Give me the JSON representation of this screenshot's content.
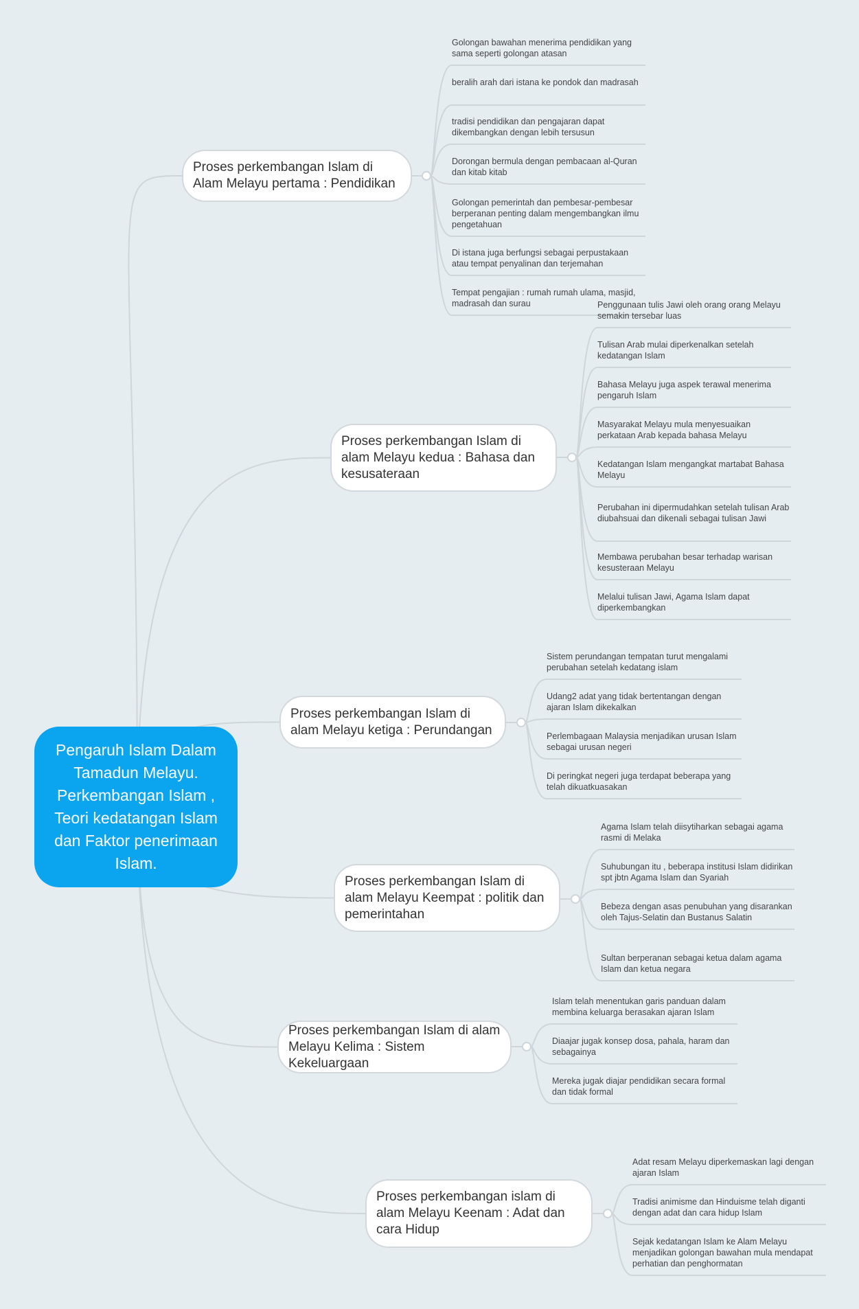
{
  "root": {
    "title": "Pengaruh Islam Dalam Tamadun Melayu. Perkembangan Islam , Teori kedatangan Islam dan Faktor penerimaan Islam."
  },
  "branches": [
    {
      "label": "Proses perkembangan Islam di Alam Melayu pertama : Pendidikan",
      "children": [
        "Golongan bawahan menerima pendidikan yang sama seperti golongan atasan",
        "beralih arah dari istana ke pondok dan madrasah",
        "tradisi pendidikan dan pengajaran dapat dikembangkan dengan lebih tersusun",
        "Dorongan bermula dengan pembacaan al-Quran dan kitab kitab",
        "Golongan pemerintah dan pembesar-pembesar berperanan penting dalam mengembangkan ilmu pengetahuan",
        "Di istana juga berfungsi sebagai perpustakaan atau tempat penyalinan dan terjemahan",
        "Tempat pengajian : rumah rumah ulama, masjid, madrasah dan surau"
      ]
    },
    {
      "label": "Proses perkembangan Islam di alam Melayu kedua : Bahasa dan kesusateraan",
      "children": [
        "Penggunaan tulis Jawi oleh orang orang Melayu semakin tersebar luas",
        "Tulisan Arab mulai diperkenalkan setelah kedatangan Islam",
        "Bahasa Melayu juga aspek terawal menerima pengaruh Islam",
        "Masyarakat Melayu mula menyesuaikan perkataan Arab kepada bahasa Melayu",
        "Kedatangan Islam mengangkat martabat Bahasa Melayu",
        "Perubahan ini dipermudahkan setelah tulisan Arab diubahsuai dan dikenali sebagai tulisan Jawi",
        "Membawa perubahan besar terhadap warisan kesusteraan Melayu",
        "Melalui tulisan Jawi, Agama Islam dapat diperkembangkan"
      ]
    },
    {
      "label": "Proses perkembangan Islam di alam Melayu ketiga : Perundangan",
      "children": [
        "Sistem perundangan tempatan turut mengalami perubahan setelah kedatang islam",
        "Udang2 adat yang tidak bertentangan dengan ajaran Islam dikekalkan",
        "Perlembagaan Malaysia menjadikan urusan Islam sebagai urusan negeri",
        "Di peringkat negeri juga terdapat beberapa yang telah dikuatkuasakan"
      ]
    },
    {
      "label": "Proses perkembangan Islam di alam Melayu Keempat : politik dan pemerintahan",
      "children": [
        "Agama Islam telah diisytiharkan sebagai agama rasmi di Melaka",
        "Suhubungan itu , beberapa institusi Islam didirikan spt jbtn Agama Islam dan Syariah",
        "Bebeza dengan asas penubuhan yang disarankan oleh Tajus-Selatin dan Bustanus Salatin",
        "Sultan berperanan sebagai ketua dalam agama Islam dan ketua negara"
      ]
    },
    {
      "label": "Proses perkembangan Islam di alam Melayu Kelima : Sistem Kekeluargaan",
      "children": [
        "Islam telah menentukan garis panduan dalam membina keluarga berasakan ajaran Islam",
        "Diaajar jugak konsep dosa, pahala, haram dan sebagainya",
        "Mereka jugak diajar pendidikan secara formal dan tidak formal"
      ]
    },
    {
      "label": "Proses perkembangan islam di alam Melayu Keenam : Adat dan cara Hidup",
      "children": [
        "Adat resam Melayu diperkemaskan lagi dengan ajaran Islam",
        "Tradisi animisme dan Hinduisme telah diganti dengan adat dan cara hidup Islam",
        "Sejak kedatangan Islam ke Alam Melayu menjadikan golongan bawahan mula mendapat perhatian dan penghormatan"
      ]
    }
  ],
  "colors": {
    "background": "#e6edf1",
    "root": "#0aa4ef",
    "connector": "#cfd6da"
  }
}
